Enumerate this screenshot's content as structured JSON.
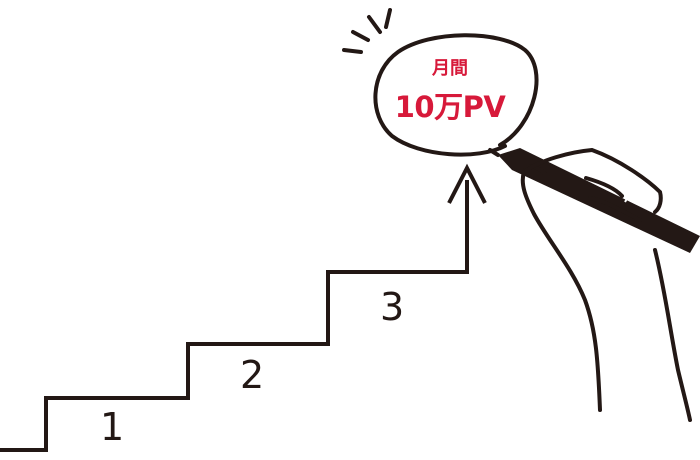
{
  "steps": [
    {
      "label": "1"
    },
    {
      "label": "2"
    },
    {
      "label": "3"
    }
  ],
  "goal": {
    "line1": "月間",
    "line2": "10万PV"
  },
  "colors": {
    "ink": "#231815",
    "accent": "#d7193a"
  },
  "icons": [
    "hand-with-marker-icon",
    "up-arrow-icon",
    "emphasis-marks-icon"
  ]
}
